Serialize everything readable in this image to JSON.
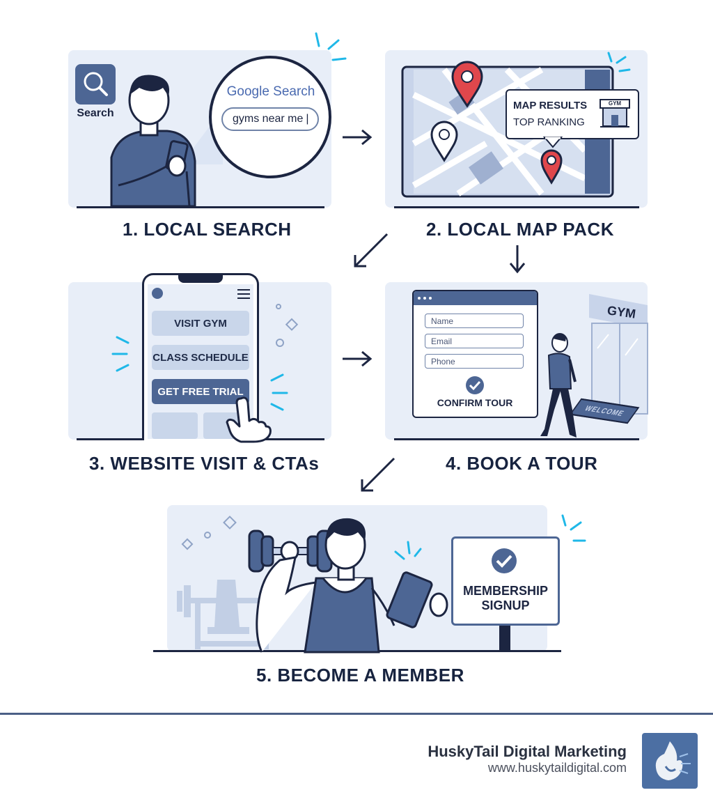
{
  "steps": [
    {
      "title": "1. LOCAL SEARCH"
    },
    {
      "title": "2. LOCAL MAP PACK"
    },
    {
      "title": "3. WEBSITE VISIT & CTAs"
    },
    {
      "title": "4. BOOK A TOUR"
    },
    {
      "title": "5. BECOME A MEMBER"
    }
  ],
  "search": {
    "icon_label": "Search",
    "engine_label": "Google Search",
    "query": "gyms near me"
  },
  "map": {
    "callout_line1": "MAP RESULTS",
    "callout_line2": "TOP RANKING",
    "gym_sign": "GYM"
  },
  "website": {
    "buttons": [
      "VISIT GYM",
      "CLASS SCHEDULE",
      "GET FREE TRIAL"
    ]
  },
  "tour": {
    "fields": [
      "Name",
      "Email",
      "Phone"
    ],
    "confirm_label": "CONFIRM TOUR",
    "gym_sign": "GYM",
    "mat_text": "WELCOME"
  },
  "member": {
    "sign_line1": "MEMBERSHIP",
    "sign_line2": "SIGNUP"
  },
  "brand": {
    "name": "HuskyTail Digital Marketing",
    "url": "www.huskytaildigital.com"
  },
  "colors": {
    "navy": "#17233f",
    "slate_blue": "#4d6694",
    "panel_bg": "#e8eef8",
    "accent_cyan": "#1fb8e8",
    "pin_red": "#e0474c"
  }
}
